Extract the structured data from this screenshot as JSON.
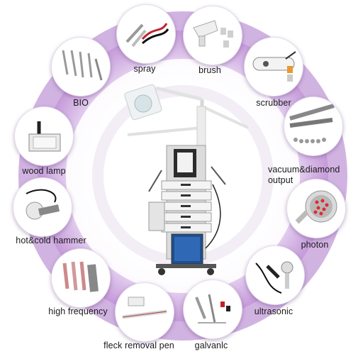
{
  "modules": [
    {
      "id": "spray",
      "label": "spray"
    },
    {
      "id": "brush",
      "label": "brush"
    },
    {
      "id": "scrubber",
      "label": "scrubber"
    },
    {
      "id": "vacuum",
      "label": "vacuum&diamond\noutput"
    },
    {
      "id": "photon",
      "label": "photon"
    },
    {
      "id": "ultrasonic",
      "label": "ultrasonic"
    },
    {
      "id": "galvanic",
      "label": "galvanlc"
    },
    {
      "id": "fleck",
      "label": "fleck removal pen"
    },
    {
      "id": "highfreq",
      "label": "high frequency"
    },
    {
      "id": "hammer",
      "label": "hot&cold hammer"
    },
    {
      "id": "woodlamp",
      "label": "wood lamp"
    },
    {
      "id": "bio",
      "label": "BIO"
    }
  ],
  "colors": {
    "ring_outer": "#c9a6dd",
    "ring_inner": "#ede0f4",
    "accent": "#9b5fc0"
  }
}
